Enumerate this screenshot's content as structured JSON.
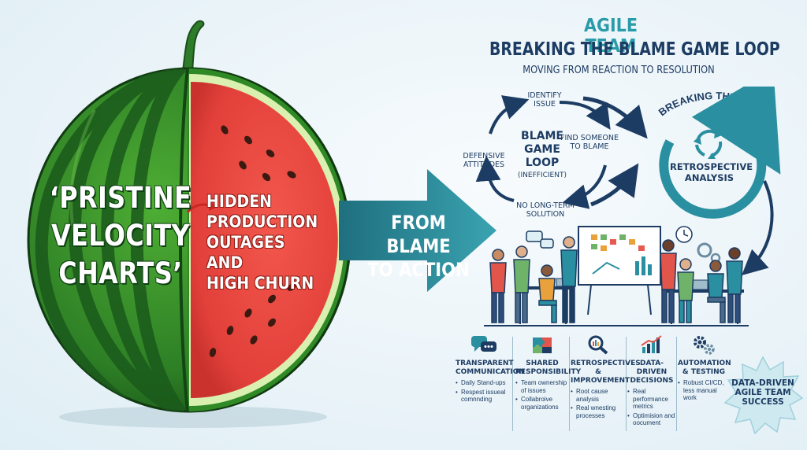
{
  "watermelon": {
    "left_lines": [
      "‘PRISTINE",
      "VELOCITY",
      "CHARTS’"
    ],
    "right_lines": [
      "HIDDEN",
      "PRODUCTION",
      "OUTAGES AND",
      "HIGH CHURN"
    ]
  },
  "arrow": {
    "lines": [
      "FROM BLAME",
      "TO ACTION"
    ]
  },
  "header": {
    "team": "AGILE TEAM",
    "title": "BREAKING THE BLAME GAME LOOP",
    "subtitle": "MOVING FROM REACTION TO RESOLUTION"
  },
  "blame_loop": {
    "center_lines": [
      "BLAME",
      "GAME",
      "LOOP"
    ],
    "center_sub": "(INEFFICIENT)",
    "steps": {
      "identify": [
        "IDENTIFY",
        "ISSUE"
      ],
      "find": [
        "FIND SOMEONE",
        "TO BLAME"
      ],
      "no_solution": [
        "NO LONG-TERM",
        "SOLUTION"
      ],
      "defensive": [
        "DEFENSIVE",
        "ATTITUDES"
      ]
    }
  },
  "breaking": {
    "arc_label": "BREAKING THE LOOP",
    "center_lines": [
      "RETROSPECTIVE",
      "ANALYSIS"
    ]
  },
  "columns": [
    {
      "icon": "chat-bubbles-icon",
      "title": [
        "TRANSPARENT",
        "COMMUNICATION"
      ],
      "bullets": [
        "Daily Stand-ups",
        "Respest issueal comnnding"
      ]
    },
    {
      "icon": "puzzle-icon",
      "title": [
        "SHARED",
        "RESPONSIBILITY"
      ],
      "bullets": [
        "Team ownership of issues",
        "Collabroive organizations"
      ]
    },
    {
      "icon": "magnifier-icon",
      "title": [
        "RETROSPECTIVES",
        "& IMPROVEMENT"
      ],
      "bullets": [
        "Root cause analysis",
        "Real wnesting processes"
      ]
    },
    {
      "icon": "bar-chart-icon",
      "title": [
        "DATA-DRIVEN",
        "DECISIONS"
      ],
      "bullets": [
        "Real performance metrics",
        "Optimision and oocument"
      ]
    },
    {
      "icon": "gears-icon",
      "title": [
        "AUTOMATION",
        "& TESTING"
      ],
      "bullets": [
        "Robust CI/CD, less manual work"
      ]
    }
  ],
  "badge": {
    "lines": [
      "DATA-DRIVEN",
      "AGILE TEAM",
      "SUCCESS"
    ]
  },
  "colors": {
    "rind_dark": "#1f6b22",
    "rind_light": "#3f9a2e",
    "flesh": "#e8453c",
    "teal": "#2a8fa0",
    "navy": "#1d3c63"
  }
}
